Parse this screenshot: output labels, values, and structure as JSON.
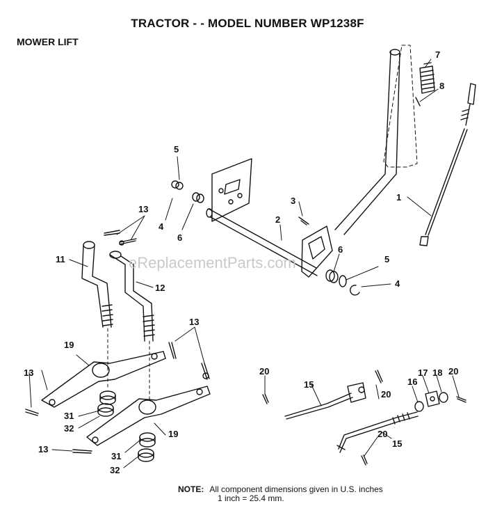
{
  "title": "TRACTOR - - MODEL NUMBER WP1238F",
  "section": "MOWER LIFT",
  "watermark": "eReplacementParts.com",
  "callouts": {
    "c1": "1",
    "c2": "2",
    "c3": "3",
    "c4a": "4",
    "c4b": "4",
    "c5a": "5",
    "c5b": "5",
    "c6a": "6",
    "c6b": "6",
    "c7": "7",
    "c8": "8",
    "c11": "11",
    "c12": "12",
    "c13a": "13",
    "c13b": "13",
    "c13c": "13",
    "c13d": "13",
    "c15a": "15",
    "c15b": "15",
    "c16": "16",
    "c17": "17",
    "c18": "18",
    "c19a": "19",
    "c19b": "19",
    "c20a": "20",
    "c20b": "20",
    "c20c": "20",
    "c20d": "20",
    "c31a": "31",
    "c31b": "31",
    "c32a": "32",
    "c32b": "32"
  },
  "note": {
    "label": "NOTE:",
    "line1": "All component dimensions given in U.S. inches",
    "line2": "1 inch = 25.4 mm."
  }
}
